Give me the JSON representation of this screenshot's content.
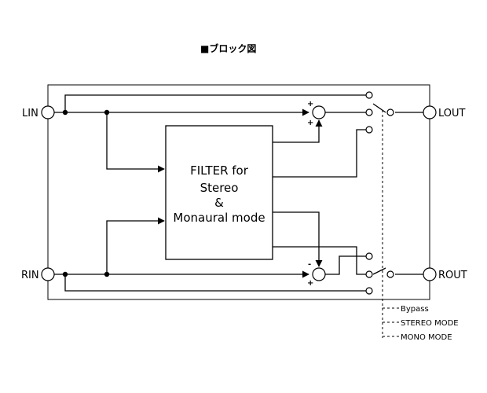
{
  "title": "■ブロック図",
  "ports": {
    "lin": "LIN",
    "rin": "RIN",
    "lout": "LOUT",
    "rout": "ROUT"
  },
  "filter_block": {
    "line1": "FILTER for",
    "line2": "Stereo",
    "line3": "&",
    "line4": "Monaural mode"
  },
  "summing_signs": {
    "top_a": "+",
    "top_b": "+",
    "bottom_a": "-",
    "bottom_b": "+"
  },
  "legend": {
    "bypass": "Bypass",
    "stereo": "STEREO MODE",
    "mono": "MONO MODE"
  }
}
